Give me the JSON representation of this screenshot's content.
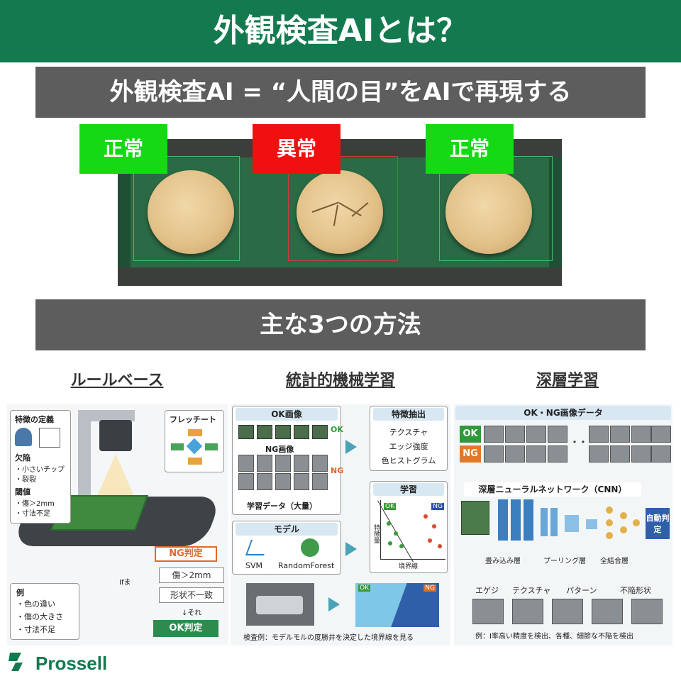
{
  "header": {
    "title": "外観検査AIとは？"
  },
  "band1": {
    "text": "外観検査AI = “人間の目”をAIで再現する"
  },
  "photo_labels": [
    "正常",
    "異常",
    "正常"
  ],
  "band2": {
    "text": "主な3つの方法"
  },
  "methods": [
    "ルールベース",
    "統計的機械学習",
    "深層学習"
  ],
  "rule": {
    "feature_title": "特徴の定義",
    "defect_title": "欠陥",
    "defect_items": [
      "・小さいチップ",
      "・裂裂"
    ],
    "threshold_title": "閾値",
    "threshold_items": [
      "・傷＞2mm",
      "・寸法不足"
    ],
    "flowchart": "フレッチート",
    "ng": "NG判定",
    "if": "Ifま",
    "cond1": "傷＞2mm",
    "cond2": "形状不一致",
    "else": "↓それ",
    "ok": "OK判定",
    "example_title": "例",
    "examples": [
      "・色の違い",
      "・傷の大きさ",
      "・寸法不足"
    ]
  },
  "stat": {
    "ok_images": "OK画像",
    "ng_images": "NG画像",
    "ok_tag": "OK",
    "ng_tag": "NG",
    "train_data": "学習データ（大量）",
    "model": "モデル",
    "svm": "SVM",
    "rf": "RandomForest",
    "feature_extract": "特徴抽出",
    "features": [
      "テクスチャ",
      "エッジ強度",
      "色ヒストグラム"
    ],
    "learn": "学習",
    "axis_y": "特徴量",
    "axis_x": "境界線",
    "plot_ok": "OK",
    "plot_ng": "NG",
    "example": "検査例：モデルモルの度勝井を決定した境界線を見る"
  },
  "deep": {
    "data_title": "OK・NG画像データ",
    "ok_tag": "OK",
    "ng_tag": "NG",
    "ellipsis": "・・・",
    "cnn_title": "深層ニューラルネットワーク（CNN）",
    "layers": [
      "畳み込み層",
      "プーリング層",
      "全結合層"
    ],
    "auto": "自動判定",
    "feature_labels": [
      "エゲジ",
      "テクスチャ",
      "パターン",
      "不陥形状"
    ],
    "footer": "例：I率高い精度を検出、各種、細節な不陥を検出"
  },
  "logo": {
    "text": "Prossell"
  },
  "colors": {
    "brand_green": "#137a4f",
    "band_gray": "#5d5d5d",
    "ok_green": "#14d914",
    "ng_red": "#f01010"
  }
}
